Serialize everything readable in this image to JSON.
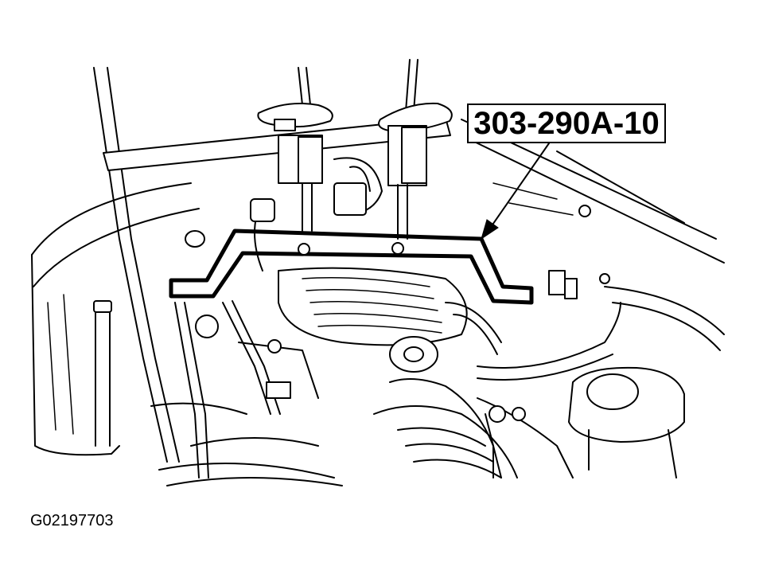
{
  "figure": {
    "callout_label": "303-290A-10",
    "figure_id": "G02197703"
  },
  "icons": {
    "engine_illustration": "engine-compartment-line-drawing",
    "leader_arrow": "arrow-pointer-icon"
  },
  "colors": {
    "line": "#000000",
    "background": "#ffffff"
  }
}
